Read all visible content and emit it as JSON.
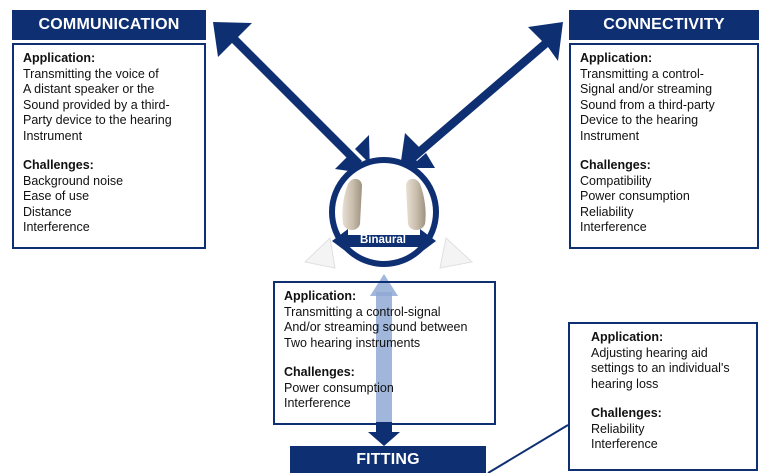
{
  "communication": {
    "title": "COMMUNICATION",
    "application_label": "Application:",
    "application_lines": [
      "Transmitting the voice of",
      "A distant speaker or the",
      "Sound provided by a third-",
      "Party device to the hearing",
      "Instrument"
    ],
    "challenges_label": "Challenges:",
    "challenges_lines": [
      "Background noise",
      "Ease of use",
      "Distance",
      "Interference"
    ]
  },
  "connectivity": {
    "title": "CONNECTIVITY",
    "application_label": "Application:",
    "application_lines": [
      "Transmitting a control-",
      "Signal and/or streaming",
      "Sound from a third-party",
      "Device to the hearing",
      "Instrument"
    ],
    "challenges_label": "Challenges:",
    "challenges_lines": [
      "Compatibility",
      "Power consumption",
      "Reliability",
      "Interference"
    ]
  },
  "binaural": {
    "label": "Binaural",
    "application_label": "Application:",
    "application_lines": [
      "Transmitting a control-signal",
      "And/or streaming sound between",
      "Two hearing instruments"
    ],
    "challenges_label": "Challenges:",
    "challenges_lines": [
      "Power consumption",
      "Interference"
    ]
  },
  "fitting": {
    "title": "FITTING",
    "application_label": "Application:",
    "application_lines": [
      "Adjusting hearing aid",
      "settings to an individual's",
      "hearing loss"
    ],
    "challenges_label": "Challenges:",
    "challenges_lines": [
      "Reliability",
      "Interference"
    ]
  },
  "colors": {
    "navy": "#0f2f73",
    "light_blue": "#8fa9d4",
    "hearing_aid": "#cbbfae"
  }
}
